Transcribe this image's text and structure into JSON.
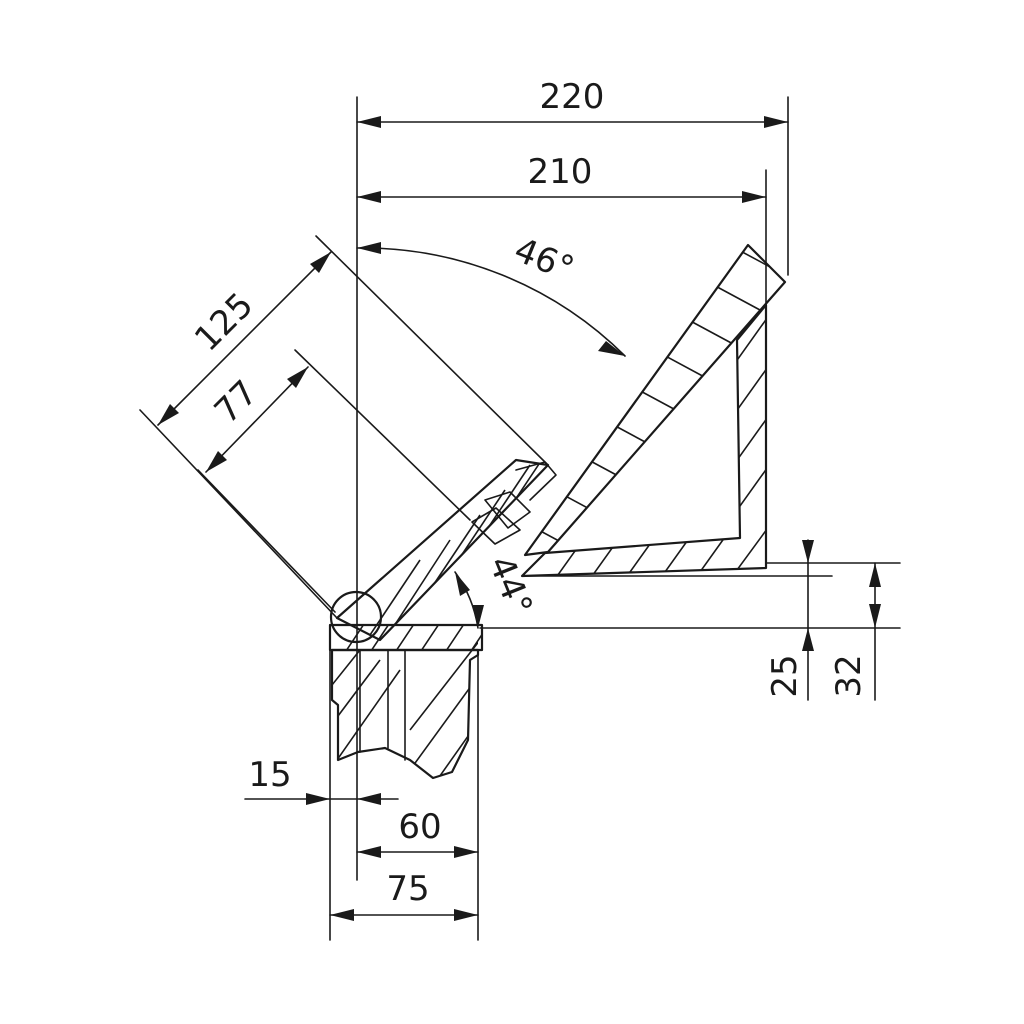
{
  "dimensions": {
    "d220": "220",
    "d210": "210",
    "d125": "125",
    "d77": "77",
    "a46": "46°",
    "a44": "44°",
    "d25": "25",
    "d32": "32",
    "d15": "15",
    "d60": "60",
    "d75": "75"
  },
  "colors": {
    "line": "#1a1a1a",
    "background": "#ffffff"
  }
}
